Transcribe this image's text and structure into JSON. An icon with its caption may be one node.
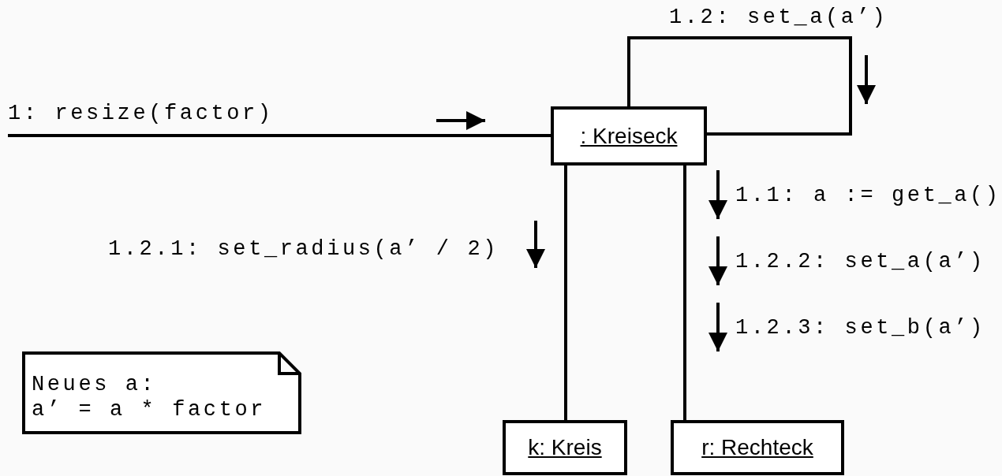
{
  "diagram": {
    "nodes": [
      {
        "text": [
          ": Kreiseck"
        ]
      },
      {
        "text": [
          "k: Kreis"
        ]
      },
      {
        "text": [
          "r: Rechteck"
        ]
      },
      {
        "text": [
          "Neues a:",
          "a’ = a * factor"
        ]
      }
    ],
    "edges": [
      {
        "from": null,
        "to": 0,
        "arrow": "none",
        "label": "1: resize(factor)"
      },
      {
        "from": 0,
        "to": 0,
        "arrow": "none",
        "label": "1.2: set_a(a’)"
      },
      {
        "from": 0,
        "to": 1,
        "arrow": "none",
        "label": "1.2.1: set_radius(a’ / 2)"
      },
      {
        "from": 0,
        "to": 2,
        "arrow": "none",
        "label": "1.1: a := get_a()"
      }
    ],
    "labels": [
      "1.2.2: set_a(a’)",
      "1.2.3: set_b(a’)"
    ]
  }
}
